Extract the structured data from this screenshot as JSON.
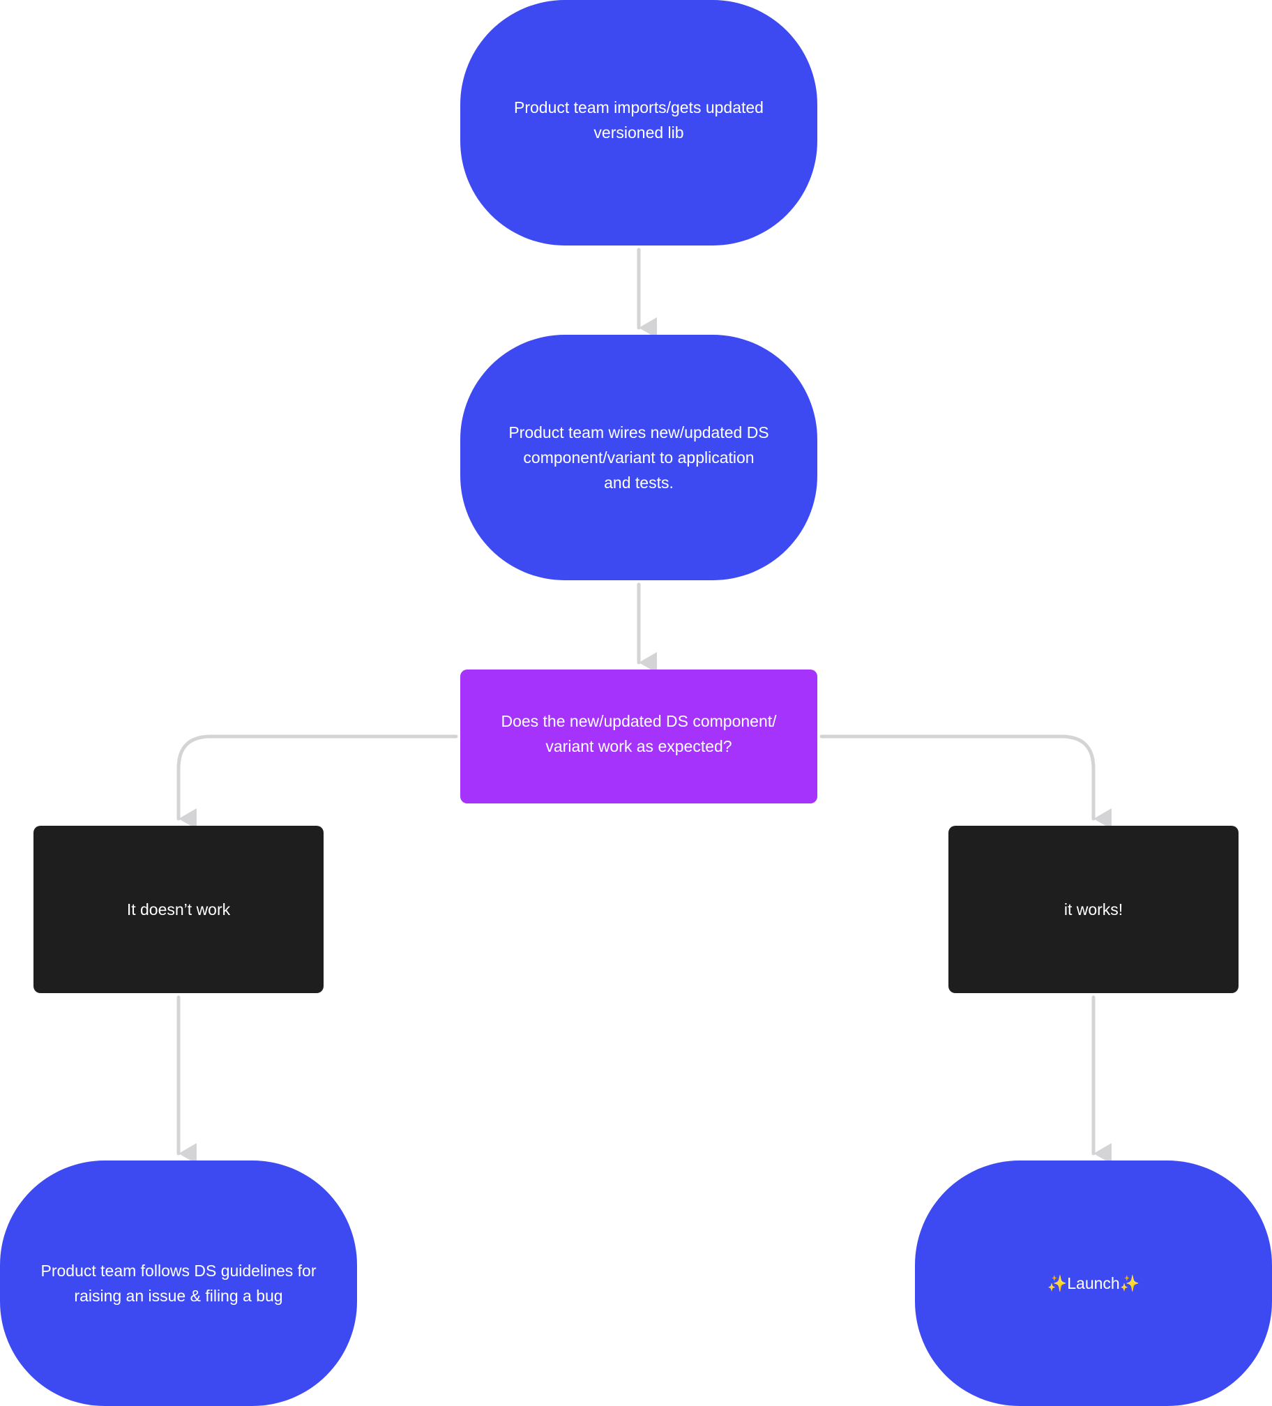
{
  "colors": {
    "process": "#3e4af1",
    "decision": "#a533fb",
    "outcome": "#1e1e1e",
    "connector": "#d4d4d6",
    "text": "#ffffff",
    "sparkle": "#f6c94a"
  },
  "nodes": {
    "import_lib": {
      "label": "Product team imports/gets updated\nversioned lib"
    },
    "wire_component": {
      "label": "Product team wires new/updated DS\ncomponent/variant to application\nand tests."
    },
    "decision": {
      "label": "Does the new/updated DS component/\nvariant work as expected?"
    },
    "doesnt_work": {
      "label": "It doesn’t work"
    },
    "works": {
      "label": "it works!"
    },
    "file_bug": {
      "label": "Product team follows DS guidelines for\nraising an issue & filing a bug"
    },
    "launch": {
      "sparkle": "✨",
      "label": "Launch"
    }
  }
}
